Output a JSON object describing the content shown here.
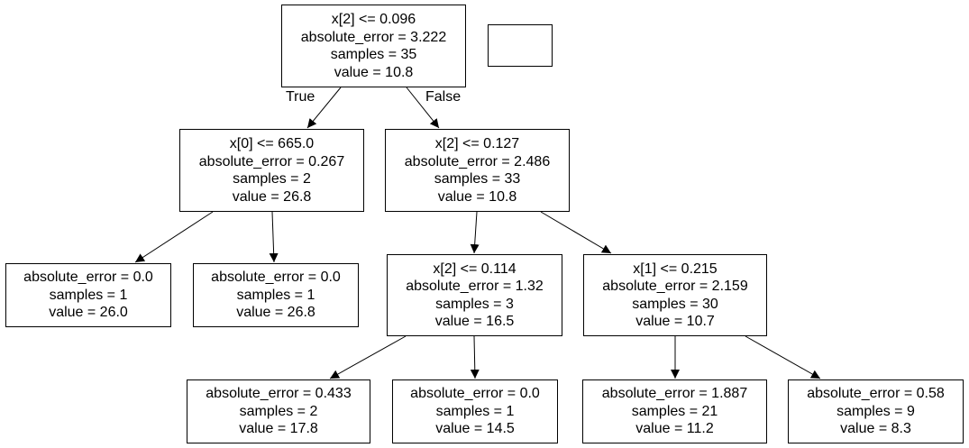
{
  "nodes": {
    "n0": {
      "split": "x[2] <= 0.096",
      "error": "absolute_error = 3.222",
      "samples": "samples = 35",
      "value": "value = 10.8"
    },
    "n1": {
      "split": "x[0] <= 665.0",
      "error": "absolute_error = 0.267",
      "samples": "samples = 2",
      "value": "value = 26.8"
    },
    "n2": {
      "error": "absolute_error = 0.0",
      "samples": "samples = 1",
      "value": "value = 26.0"
    },
    "n3": {
      "error": "absolute_error = 0.0",
      "samples": "samples = 1",
      "value": "value = 26.8"
    },
    "n4": {
      "split": "x[2] <= 0.127",
      "error": "absolute_error = 2.486",
      "samples": "samples = 33",
      "value": "value = 10.8"
    },
    "n5": {
      "split": "x[2] <= 0.114",
      "error": "absolute_error = 1.32",
      "samples": "samples = 3",
      "value": "value = 16.5"
    },
    "n6": {
      "error": "absolute_error = 0.433",
      "samples": "samples = 2",
      "value": "value = 17.8"
    },
    "n7": {
      "error": "absolute_error = 0.0",
      "samples": "samples = 1",
      "value": "value = 14.5"
    },
    "n8": {
      "split": "x[1] <= 0.215",
      "error": "absolute_error = 2.159",
      "samples": "samples = 30",
      "value": "value = 10.7"
    },
    "n9": {
      "error": "absolute_error = 1.887",
      "samples": "samples = 21",
      "value": "value = 11.2"
    },
    "n10": {
      "error": "absolute_error = 0.58",
      "samples": "samples = 9",
      "value": "value = 8.3"
    }
  },
  "edge_labels": {
    "true_label": "True",
    "false_label": "False"
  }
}
